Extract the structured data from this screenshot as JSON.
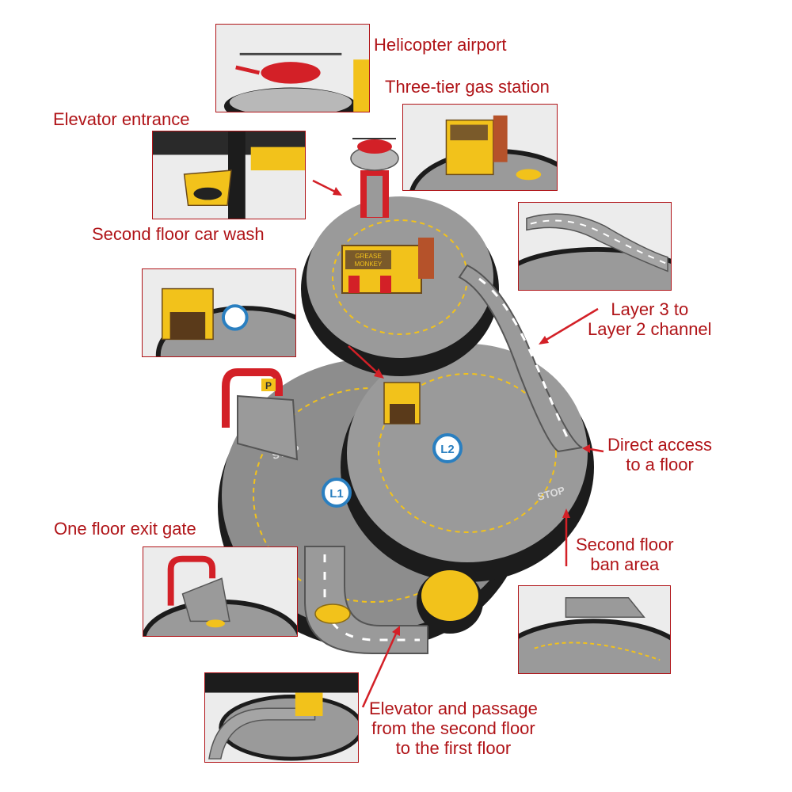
{
  "labels": {
    "helicopter_airport": "Helicopter airport",
    "three_tier_gas_station": "Three-tier gas station",
    "elevator_entrance": "Elevator entrance",
    "second_floor_car_wash": "Second floor car wash",
    "layer3_to_layer2_line1": "Layer 3 to",
    "layer3_to_layer2_line2": "Layer 2 channel",
    "direct_access_line1": "Direct access",
    "direct_access_line2": "to a floor",
    "one_floor_exit_gate": "One floor exit gate",
    "second_floor_ban_line1": "Second floor",
    "second_floor_ban_line2": "ban area",
    "elevator_passage_line1": "Elevator and passage",
    "elevator_passage_line2": "from the second floor",
    "elevator_passage_line3": "to the first floor"
  },
  "toy_markings": {
    "floor_l1": "L1",
    "floor_l2": "L2",
    "parking": "P",
    "stop": "STOP",
    "shop_sign_line1": "GREASE",
    "shop_sign_line2": "MONKEY"
  },
  "colors": {
    "label_red": "#b01418",
    "toy_yellow": "#f2c21b",
    "toy_black": "#1c1c1c",
    "floor_gray": "#8d8d8d",
    "ramp_gray": "#9a9a9a",
    "accent_red": "#d32027",
    "badge_blue": "#2a7fc0"
  }
}
